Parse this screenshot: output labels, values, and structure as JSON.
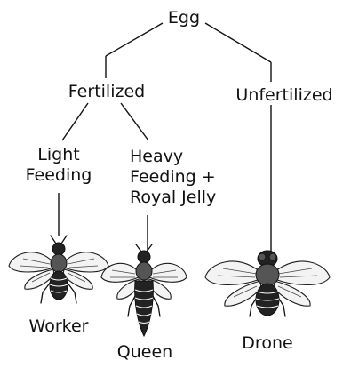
{
  "nodes": {
    "egg": "Egg",
    "fertilized": "Fertilized",
    "unfertilized": "Unfertilized",
    "light_feeding": [
      "Light",
      "Feeding"
    ],
    "heavy_feeding": [
      "Heavy",
      "Feeding +",
      "Royal Jelly"
    ],
    "worker": "Worker",
    "queen": "Queen",
    "drone": "Drone"
  },
  "icons": {
    "worker": "worker-bee-icon",
    "queen": "queen-bee-icon",
    "drone": "drone-bee-icon"
  }
}
